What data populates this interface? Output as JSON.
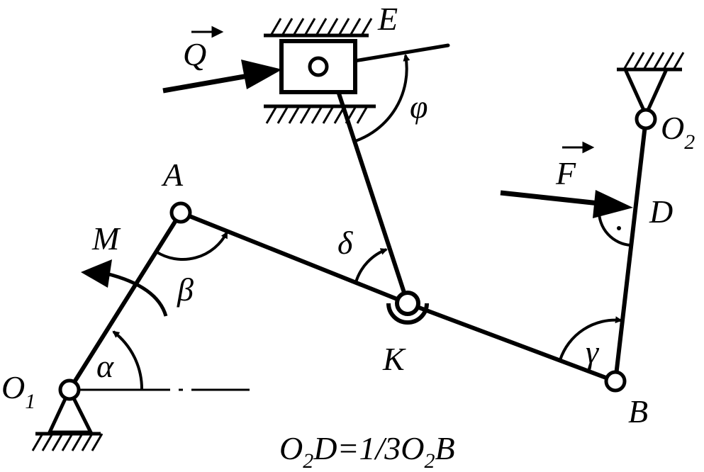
{
  "labels": {
    "A": "A",
    "B": "B",
    "E": "E",
    "K": "K",
    "D": "D",
    "M": "M",
    "O1": "O",
    "O1_sub": "1",
    "O2": "O",
    "O2_sub": "2",
    "Q": "Q",
    "F": "F",
    "alpha": "α",
    "beta": "β",
    "gamma": "γ",
    "delta": "δ",
    "phi": "φ"
  },
  "caption": {
    "p1": "O",
    "s1": "2",
    "p2": "D=1/3O",
    "s2": "2",
    "p3": "B"
  },
  "colors": {
    "ink": "#000000",
    "paper": "#ffffff"
  }
}
